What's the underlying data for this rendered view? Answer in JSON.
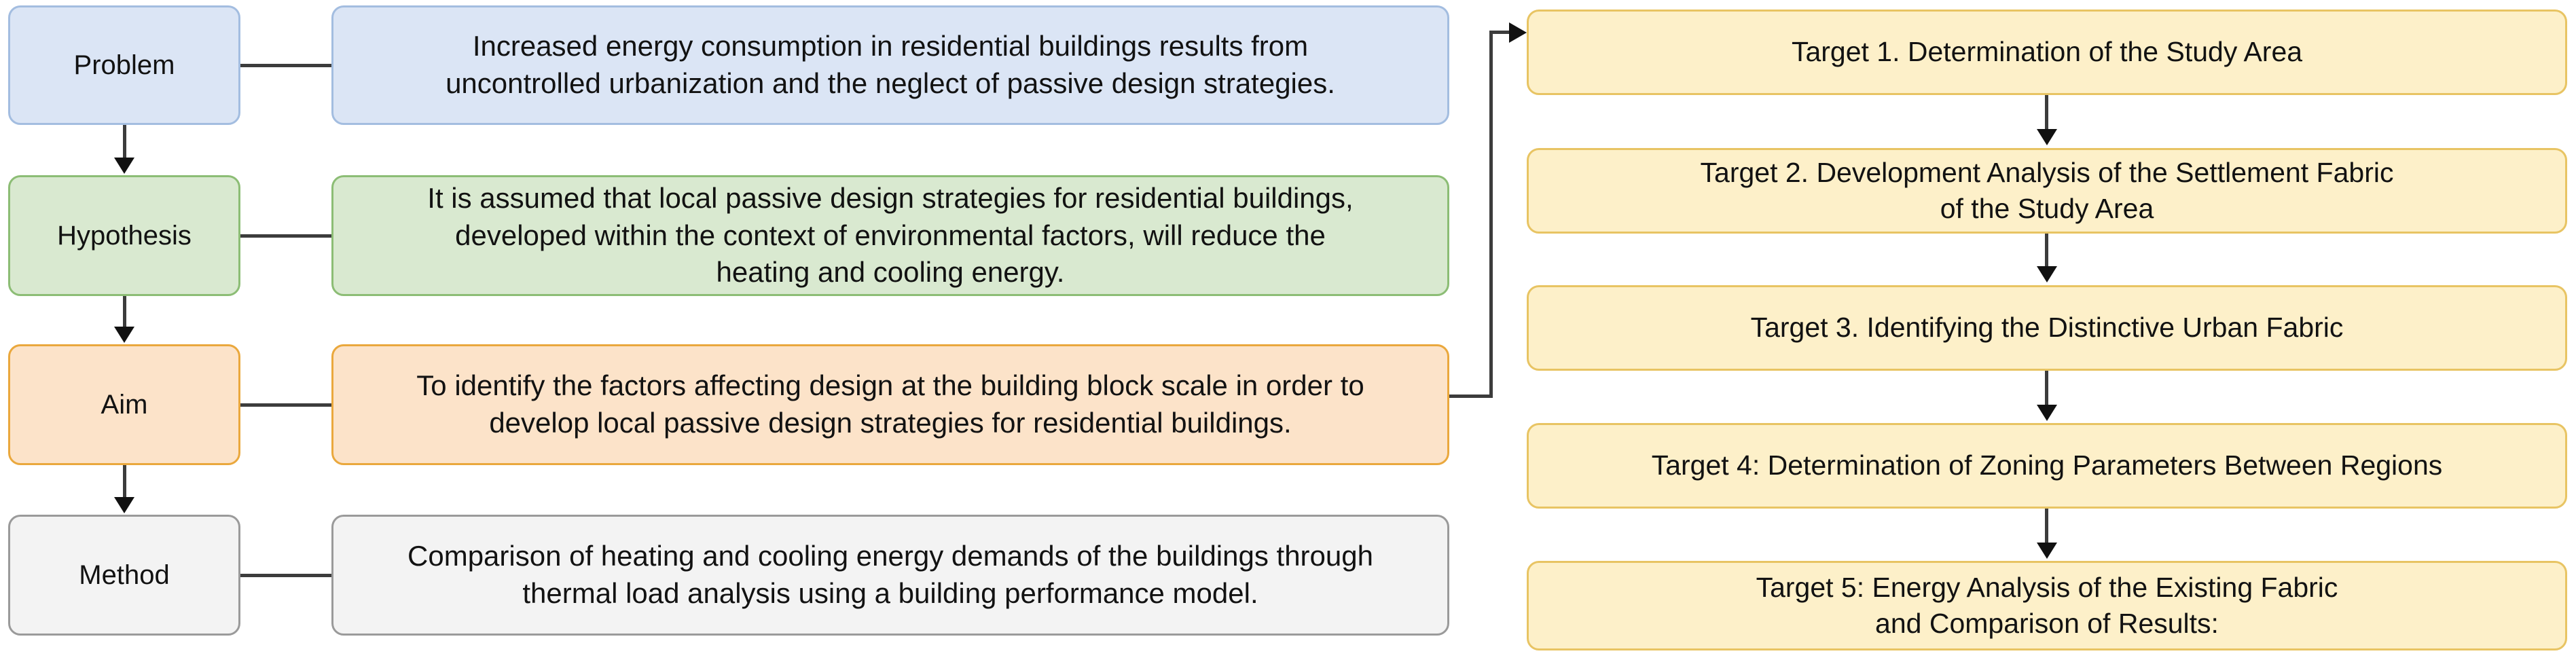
{
  "diagram": {
    "title": "Research Framework Flow Diagram",
    "colors": {
      "problem_fill": "#dbe5f5",
      "problem_border": "#a3bde0",
      "hypothesis_fill": "#d9e9d0",
      "hypothesis_border": "#8cbd75",
      "aim_fill": "#fce3c9",
      "aim_border": "#eaa83d",
      "method_fill": "#f3f3f3",
      "method_border": "#9a9a9a",
      "target_fill": "#fdf0c9",
      "target_border": "#e8c463",
      "connector": "#3c3c3c",
      "arrow": "#111111"
    }
  },
  "left_column": {
    "stages": [
      {
        "label": "Problem",
        "description": "Increased energy consumption in residential buildings results from\nuncontrolled urbanization and the neglect of passive design strategies."
      },
      {
        "label": "Hypothesis",
        "description": "It is assumed that local passive design strategies for residential buildings,\ndeveloped within the context of environmental factors, will reduce the\nheating and cooling energy."
      },
      {
        "label": "Aim",
        "description": "To identify the factors affecting design at the building block scale in order to\ndevelop local passive design strategies for residential buildings."
      },
      {
        "label": "Method",
        "description": "Comparison of heating and cooling energy demands of the buildings through\nthermal load analysis using a building performance model."
      }
    ]
  },
  "right_column": {
    "targets": [
      {
        "text": "Target 1. Determination of the Study Area"
      },
      {
        "text": "Target 2. Development Analysis of the Settlement Fabric\nof the Study Area"
      },
      {
        "text": "Target 3. Identifying the Distinctive Urban Fabric"
      },
      {
        "text": "Target 4: Determination of Zoning Parameters Between Regions"
      },
      {
        "text": "Target 5: Energy Analysis of the Existing Fabric\nand Comparison of Results:"
      }
    ]
  }
}
